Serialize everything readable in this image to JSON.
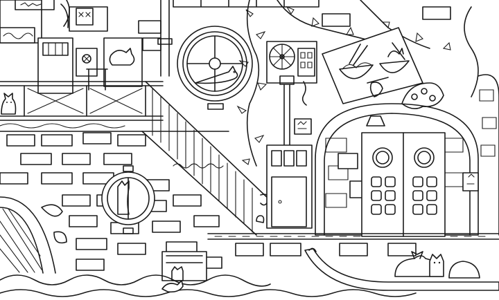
{
  "image": {
    "kind": "line-art coloring page",
    "background": "#ffffff",
    "ink": "#1a1a1a",
    "faint_watermark_color": "#e8c8f0"
  },
  "subjects": {
    "porthole_windows": 3,
    "cats": 6,
    "noodle_bowls": 2,
    "double_door_knob_panels": 12
  }
}
